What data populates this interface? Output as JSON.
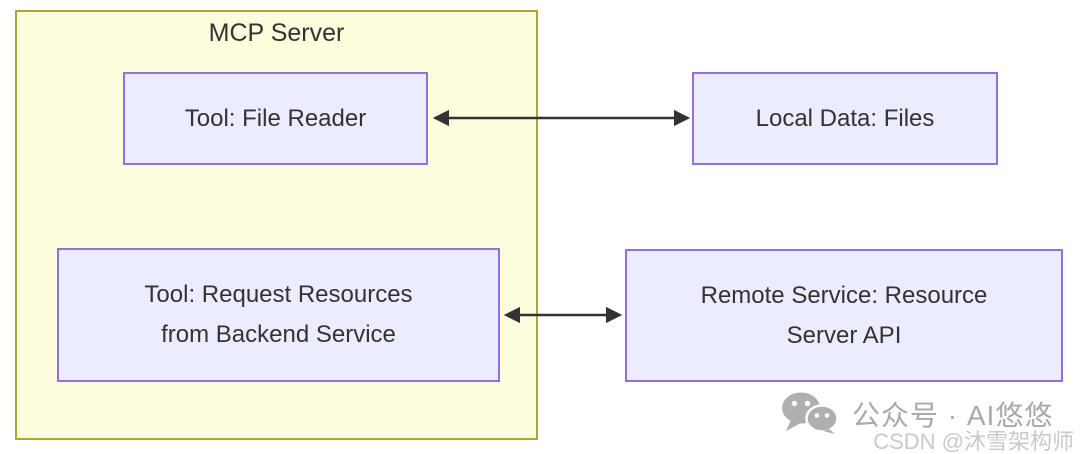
{
  "diagram": {
    "container": {
      "title": "MCP Server"
    },
    "nodes": [
      {
        "id": "tool-file-reader",
        "lines": [
          "Tool: File Reader"
        ]
      },
      {
        "id": "local-data-files",
        "lines": [
          "Local Data: Files"
        ]
      },
      {
        "id": "tool-request-resources",
        "lines": [
          "Tool: Request Resources",
          "from Backend Service"
        ]
      },
      {
        "id": "remote-service-resource-server-api",
        "lines": [
          "Remote Service: Resource",
          "Server API"
        ]
      }
    ],
    "edges": [
      {
        "from": "tool-file-reader",
        "to": "local-data-files",
        "style": "bidirectional-arrow"
      },
      {
        "from": "tool-request-resources",
        "to": "remote-service-resource-server-api",
        "style": "bidirectional-arrow"
      }
    ],
    "colors": {
      "container_fill": "#fdfdde",
      "container_border": "#aaaa33",
      "node_fill": "#ececff",
      "node_border": "#9370db",
      "text": "#333333",
      "arrow": "#333333",
      "wechat_text_color": "#a9a9a9",
      "csdn_text_color": "#c9c9ca"
    }
  },
  "watermark": {
    "wechat_icon": "wechat-icon",
    "wechat_text": "公众号 · AI悠悠",
    "csdn_text": "CSDN @沐雪架构师"
  }
}
